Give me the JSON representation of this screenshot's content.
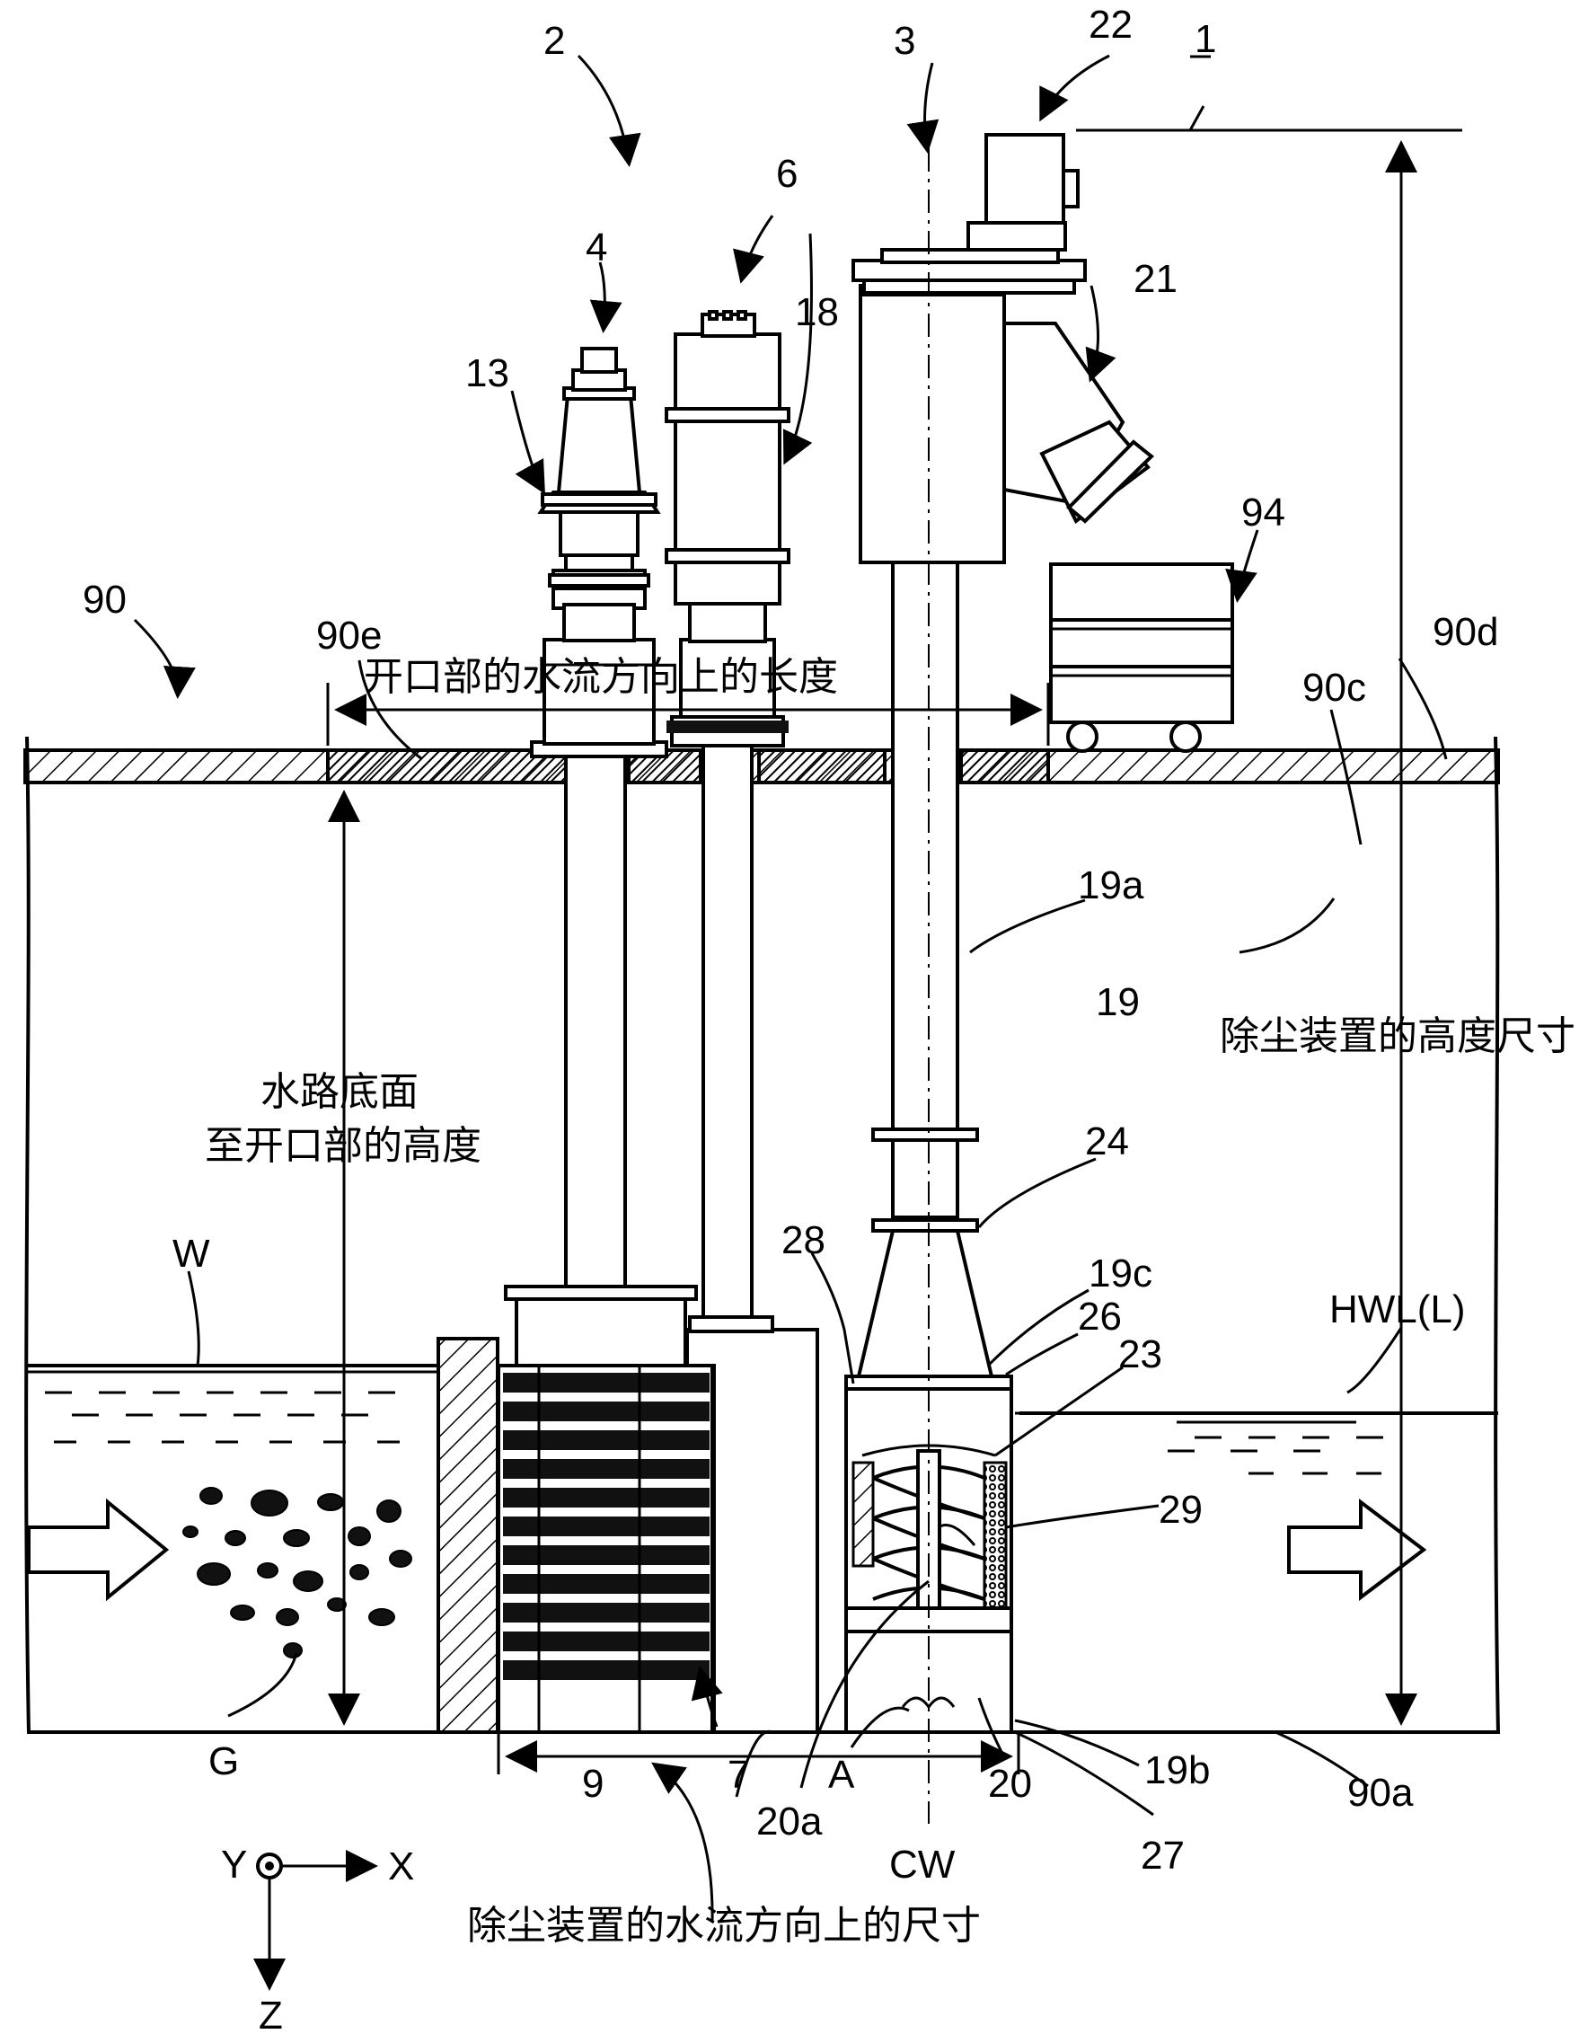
{
  "labels": {
    "n1": "1",
    "n2": "2",
    "n3": "3",
    "n4": "4",
    "n6": "6",
    "n13": "13",
    "n18": "18",
    "n21": "21",
    "n22": "22",
    "n94": "94",
    "n90": "90",
    "n90e": "90e",
    "n90d": "90d",
    "n90c": "90c",
    "n19a": "19a",
    "n19": "19",
    "n24": "24",
    "n28": "28",
    "n19c": "19c",
    "n26": "26",
    "n23": "23",
    "n29": "29",
    "hwl": "HWL(L)",
    "w": "W",
    "g": "G",
    "n9": "9",
    "n7": "7",
    "a": "A",
    "n20a": "20a",
    "n20": "20",
    "cw": "CW",
    "n27": "27",
    "n19b": "19b",
    "n90a": "90a",
    "axis_x": "X",
    "axis_y": "Y",
    "axis_z": "Z"
  },
  "dimensions": {
    "opening_length": "开口部的水流方向上的长度",
    "height_to_opening_line1": "水路底面",
    "height_to_opening_line2": "至开口部的高度",
    "device_height": "除尘装置的高度尺寸",
    "device_flow_dim": "除尘装置的水流方向上的尺寸"
  }
}
